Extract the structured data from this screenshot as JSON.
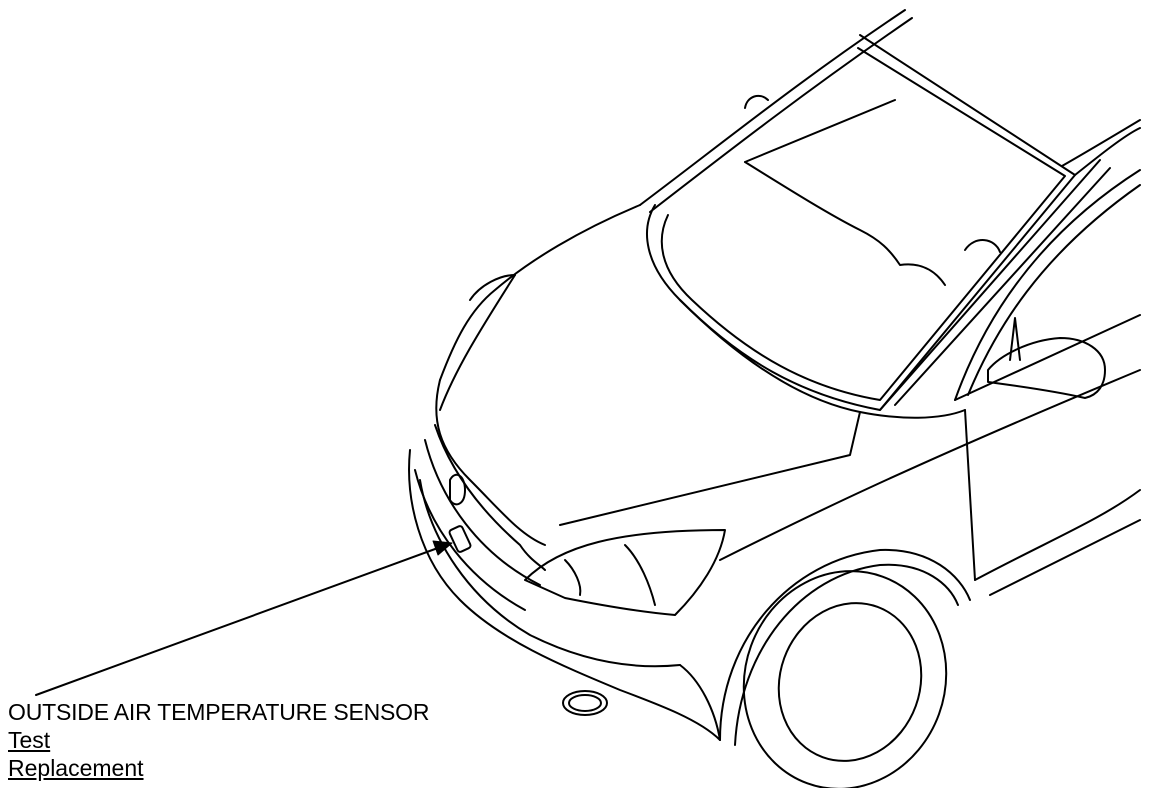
{
  "diagram": {
    "sensor_label": "OUTSIDE AIR TEMPERATURE SENSOR",
    "links": [
      {
        "label": "Test"
      },
      {
        "label": "Replacement"
      }
    ]
  },
  "colors": {
    "line": "#000000",
    "background": "#ffffff"
  }
}
